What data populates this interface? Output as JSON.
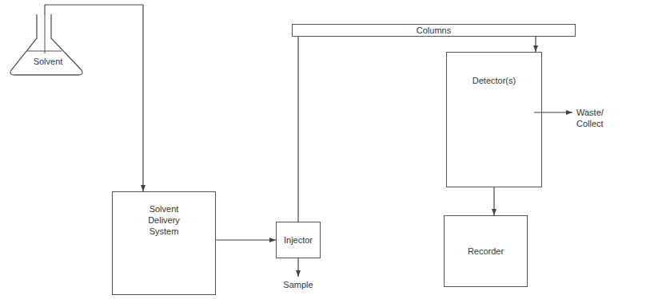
{
  "diagram": {
    "nodes": [
      {
        "text": [
          "Solvent"
        ]
      },
      {
        "text": [
          "Columns"
        ]
      },
      {
        "text": [
          "Detector(s)"
        ]
      },
      {
        "text": [
          "Solvent Delivery System"
        ]
      },
      {
        "text": [
          "Injector"
        ]
      },
      {
        "text": [
          "Recorder"
        ]
      }
    ],
    "edges": [
      {
        "from": 0,
        "to": 3,
        "arrow": "to"
      },
      {
        "from": 3,
        "to": 4,
        "arrow": "to"
      },
      {
        "from": 4,
        "to": 1,
        "arrow": "none"
      },
      {
        "from": 1,
        "to": 2,
        "arrow": "to"
      },
      {
        "from": 2,
        "to": 5,
        "arrow": "to"
      }
    ],
    "labels": [
      "Waste/ Collect",
      "Sample"
    ]
  }
}
